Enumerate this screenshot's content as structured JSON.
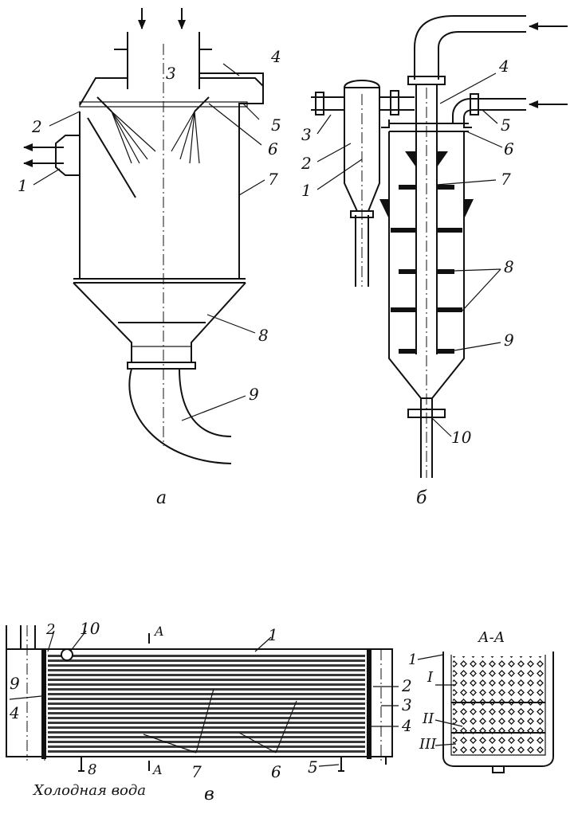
{
  "figure_a": {
    "caption": "а",
    "labels": [
      "1",
      "2",
      "3",
      "4",
      "5",
      "6",
      "7",
      "8",
      "9"
    ]
  },
  "figure_b": {
    "caption": "б",
    "labels": [
      "1",
      "2",
      "3",
      "4",
      "5",
      "6",
      "7",
      "8",
      "9",
      "10"
    ]
  },
  "figure_c": {
    "caption": "в",
    "labels": [
      "1",
      "2",
      "2",
      "3",
      "4",
      "4",
      "5",
      "6",
      "7",
      "8",
      "9",
      "10"
    ],
    "section_marks": [
      "A",
      "A"
    ],
    "bottom_text": "Холодная вода"
  },
  "section_view": {
    "title": "А-А",
    "labels": [
      "1",
      "I",
      "II",
      "III"
    ]
  },
  "colors": {
    "ink": "#111111",
    "paper": "#ffffff"
  }
}
